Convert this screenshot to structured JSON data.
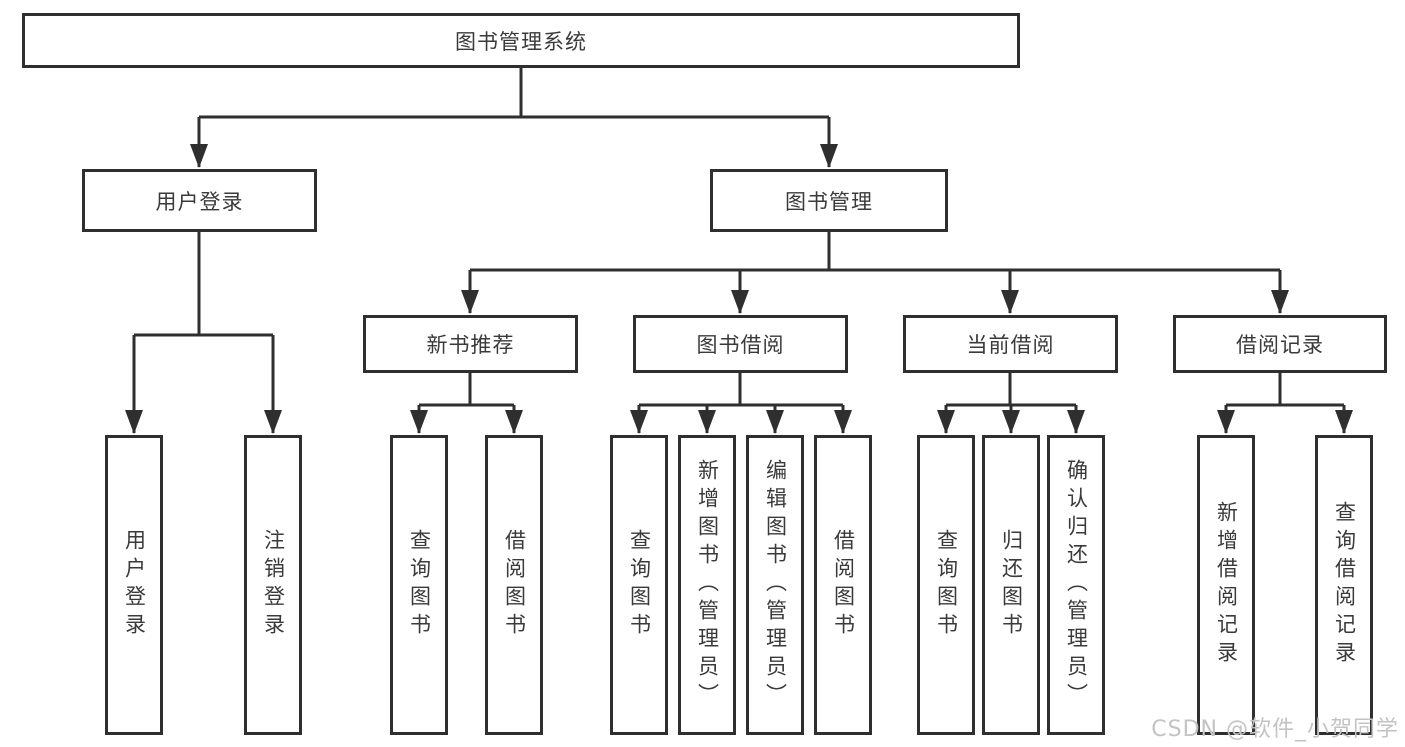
{
  "tree": {
    "label": "图书管理系统",
    "children": [
      {
        "label": "用户登录",
        "children": [
          {
            "label": "用户登录"
          },
          {
            "label": "注销登录"
          }
        ]
      },
      {
        "label": "图书管理",
        "children": [
          {
            "label": "新书推荐",
            "children": [
              {
                "label": "查询图书"
              },
              {
                "label": "借阅图书"
              }
            ]
          },
          {
            "label": "图书借阅",
            "children": [
              {
                "label": "查询图书"
              },
              {
                "label": "新增图书（管理员）"
              },
              {
                "label": "编辑图书（管理员）"
              },
              {
                "label": "借阅图书"
              }
            ]
          },
          {
            "label": "当前借阅",
            "children": [
              {
                "label": "查询图书"
              },
              {
                "label": "归还图书"
              },
              {
                "label": "确认归还（管理员）"
              }
            ]
          },
          {
            "label": "借阅记录",
            "children": [
              {
                "label": "新增借阅记录"
              },
              {
                "label": "查询借阅记录"
              }
            ]
          }
        ]
      }
    ]
  },
  "watermark": {
    "text": "CSDN @软件_小贺同学"
  },
  "colors": {
    "line": "#2f2f2f",
    "text": "#3a3a3a",
    "watermark": "#c3c3c3"
  }
}
